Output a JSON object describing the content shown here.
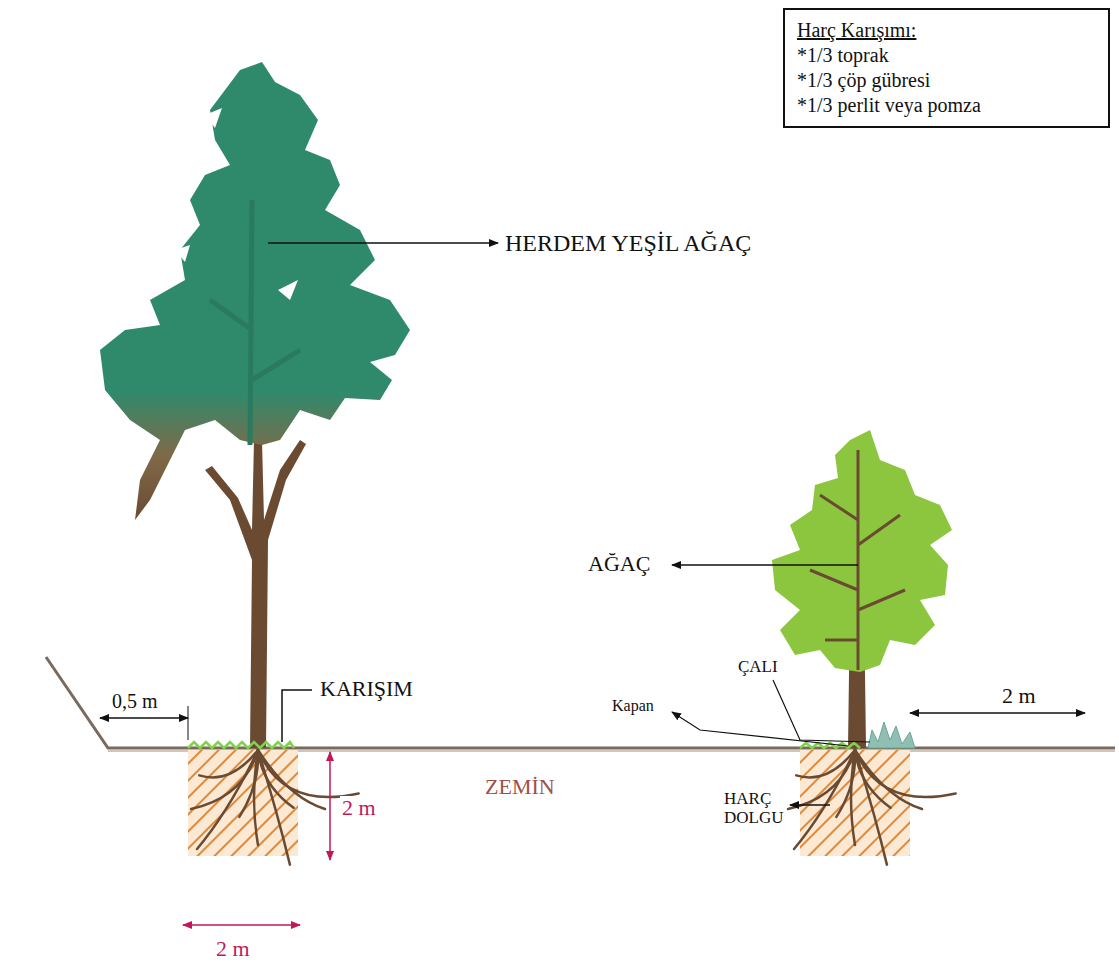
{
  "diagram": {
    "nodes": [
      {
        "text": [
          "Harç Karışımı:",
          "*1/3 toprak",
          "*1/3 çöp gübresi",
          "*1/3 perlit veya pomza"
        ]
      }
    ],
    "edges": [],
    "labels": [
      "HERDEM YEŞİL AĞAÇ",
      "AĞAÇ",
      "0,5 m",
      "KARIŞIM",
      "ÇALI",
      "Kapan",
      "2 m",
      "ZEMİN",
      "2 m",
      "HARÇ DOLGU",
      "2 m"
    ]
  }
}
